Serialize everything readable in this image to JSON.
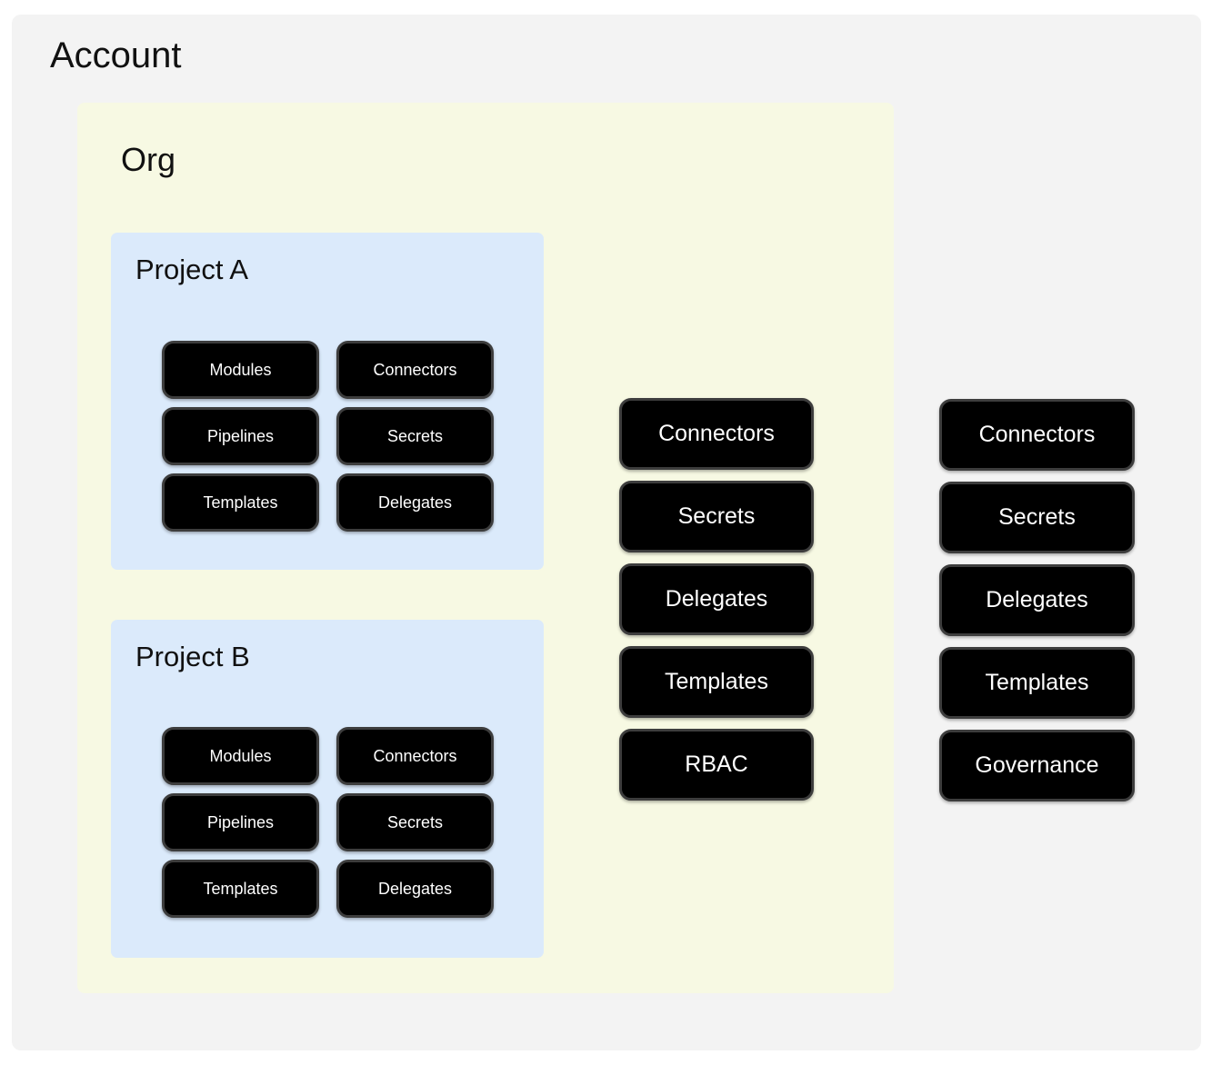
{
  "diagram": {
    "account": {
      "title": "Account",
      "resources": [
        "Connectors",
        "Secrets",
        "Delegates",
        "Templates",
        "Governance"
      ],
      "org": {
        "title": "Org",
        "resources": [
          "Connectors",
          "Secrets",
          "Delegates",
          "Templates",
          "RBAC"
        ],
        "projects": [
          {
            "title": "Project A",
            "resources": [
              "Modules",
              "Connectors",
              "Pipelines",
              "Secrets",
              "Templates",
              "Delegates"
            ]
          },
          {
            "title": "Project B",
            "resources": [
              "Modules",
              "Connectors",
              "Pipelines",
              "Secrets",
              "Templates",
              "Delegates"
            ]
          }
        ]
      }
    },
    "colors": {
      "account_bg": "#f3f3f3",
      "org_bg": "#f7f9e3",
      "project_bg": "#dbeafb",
      "pill_bg": "#000000",
      "pill_border": "#3d3d3d",
      "pill_text": "#ffffff",
      "title_text": "#111111"
    }
  }
}
